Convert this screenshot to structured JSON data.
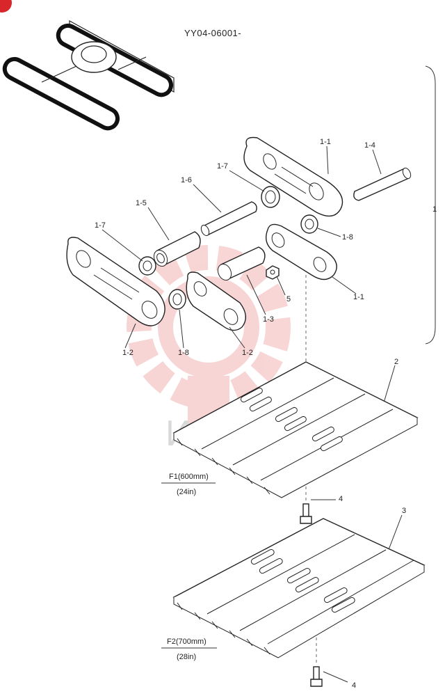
{
  "header": {
    "code": "YY04-06001-"
  },
  "assembly_label": "1",
  "watermark": "ИНТЕХ",
  "labels": {
    "p1_1_top": "1-1",
    "p1_4": "1-4",
    "p1_7_top": "1-7",
    "p1_6": "1-6",
    "p1_5": "1-5",
    "p1_8_right": "1-8",
    "p1_7_left": "1-7",
    "p1_1_right": "1-1",
    "p5": "5",
    "p1_3": "1-3",
    "p1_2_left": "1-2",
    "p1_8_mid": "1-8",
    "p1_2_mid": "1-2",
    "p2": "2",
    "p4_top": "4",
    "p3": "3",
    "p4_bottom": "4"
  },
  "shoes": {
    "f1_name": "F1(600mm)",
    "f1_inch": "(24in)",
    "f2_name": "F2(700mm)",
    "f2_inch": "(28in)"
  },
  "colors": {
    "badge": "#d9262b",
    "watermark_logo": "#f3b4b4",
    "ink": "#222222"
  }
}
